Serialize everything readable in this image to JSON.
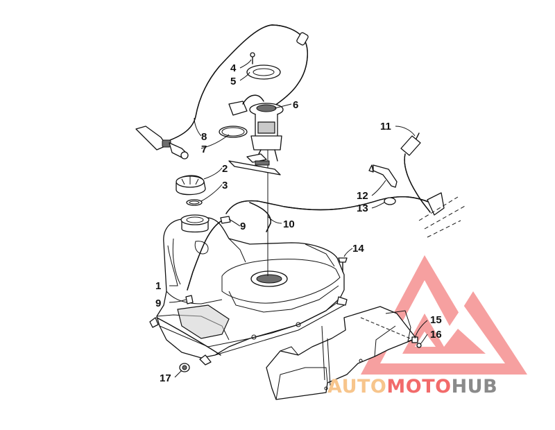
{
  "callouts": [
    {
      "id": "1",
      "label": "1"
    },
    {
      "id": "2",
      "label": "2"
    },
    {
      "id": "3",
      "label": "3"
    },
    {
      "id": "4",
      "label": "4"
    },
    {
      "id": "5",
      "label": "5"
    },
    {
      "id": "6",
      "label": "6"
    },
    {
      "id": "7",
      "label": "7"
    },
    {
      "id": "8",
      "label": "8"
    },
    {
      "id": "9a",
      "label": "9"
    },
    {
      "id": "9b",
      "label": "9"
    },
    {
      "id": "10",
      "label": "10"
    },
    {
      "id": "11",
      "label": "11"
    },
    {
      "id": "12",
      "label": "12"
    },
    {
      "id": "13",
      "label": "13"
    },
    {
      "id": "14",
      "label": "14"
    },
    {
      "id": "15",
      "label": "15"
    },
    {
      "id": "16",
      "label": "16"
    },
    {
      "id": "17",
      "label": "17"
    }
  ],
  "watermark": {
    "part1": "AUTO",
    "part2": "MOTO",
    "part3": "HUB",
    "color_auto": "#f7c58c",
    "color_moto": "#f26b6b",
    "color_hub": "#8a8a8a",
    "logo_color": "#f26b6b"
  }
}
